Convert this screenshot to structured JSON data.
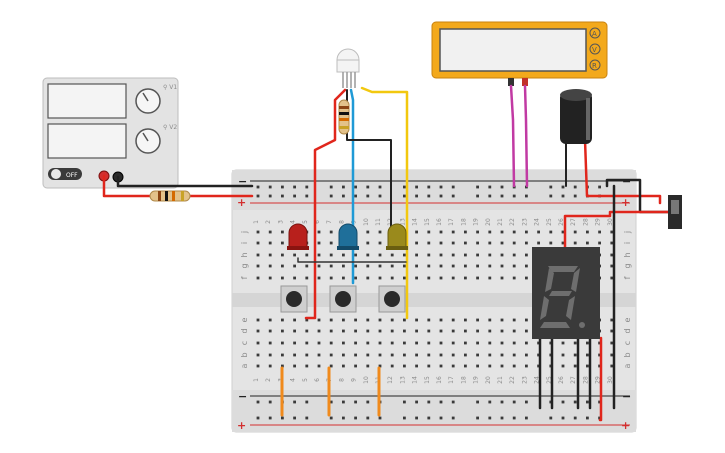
{
  "colors": {
    "board": "#e2e2e2",
    "board_edge": "#c9c9c9",
    "hole": "#3a3a3a",
    "rail_red": "#d32f2f",
    "rail_black": "#222222",
    "wire_red": "#e0261c",
    "wire_black": "#222222",
    "wire_blue": "#1f9ad6",
    "wire_yellow": "#f2c80f",
    "wire_magenta": "#c13aa3",
    "wire_orange": "#f08a1c",
    "meter_body": "#f3a91c",
    "led_red": "#b8201c",
    "led_blue": "#1f6f9a",
    "led_yellow": "#9a8a1c",
    "display_body": "#3a3a3a",
    "segment_off": "#6e6e6e"
  },
  "breadboard": {
    "columns": [
      "1",
      "2",
      "3",
      "4",
      "5",
      "6",
      "7",
      "8",
      "9",
      "10",
      "11",
      "12",
      "13",
      "14",
      "15",
      "16",
      "17",
      "18",
      "19",
      "20",
      "21",
      "22",
      "23",
      "24",
      "25",
      "26",
      "27",
      "28",
      "29",
      "30"
    ],
    "rows_top": [
      "j",
      "i",
      "h",
      "g",
      "f"
    ],
    "rows_bottom": [
      "e",
      "d",
      "c",
      "b",
      "a"
    ],
    "rail_plus": "+",
    "rail_minus": "−"
  },
  "power_supply": {
    "off_label": "OFF",
    "dial_top_label": "⚲ V1",
    "dial_bottom_label": "⚲ V2"
  },
  "multimeter": {
    "mode_a": "A",
    "mode_v": "V",
    "mode_r": "R"
  },
  "icons": [
    "power-switch-icon",
    "dial-icon",
    "resistor-icon",
    "led-icon",
    "pushbutton-icon",
    "capacitor-icon",
    "seven-segment-icon",
    "slide-switch-icon"
  ]
}
